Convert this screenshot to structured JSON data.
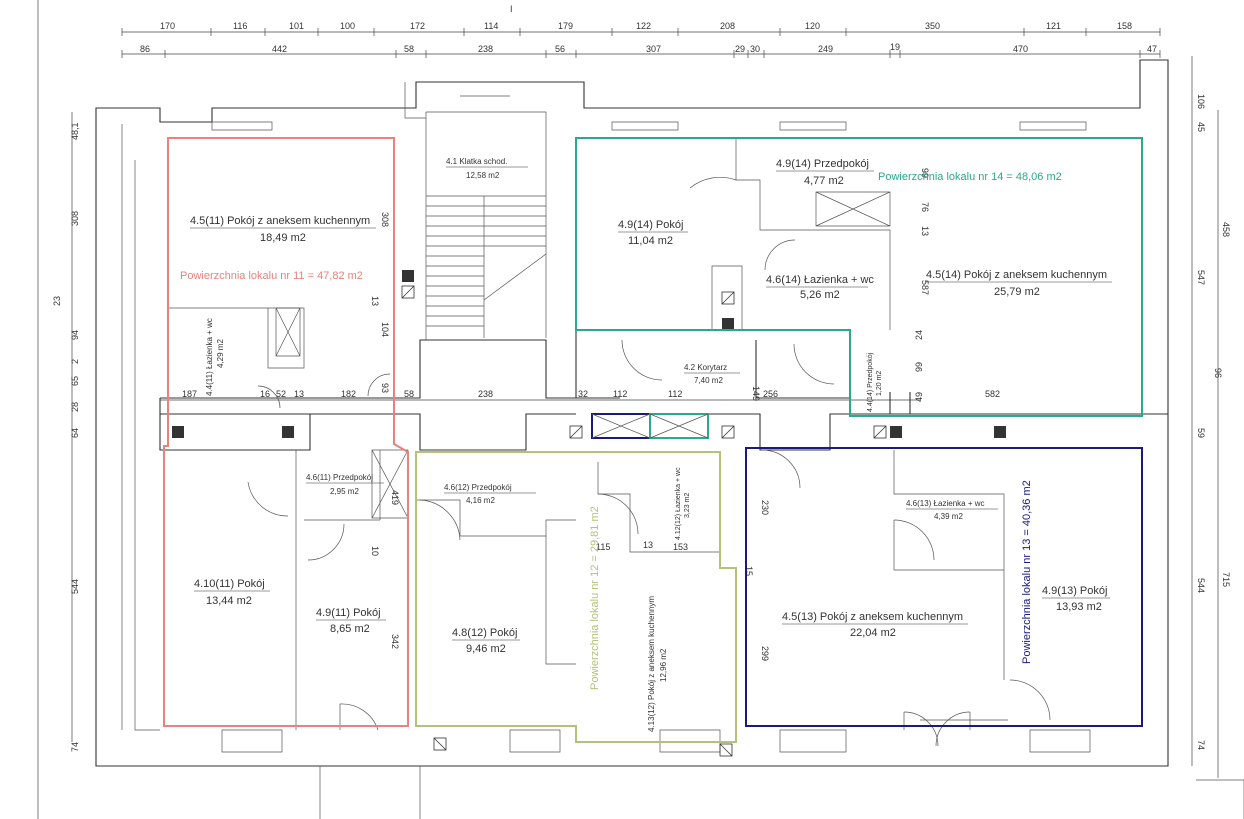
{
  "colors": {
    "unit_11": "#e8827a",
    "unit_12": "#b2c27a",
    "unit_13": "#1a1a7e",
    "unit_14": "#2aaa8a",
    "wall": "#333333"
  },
  "dims": {
    "top1": [
      "170",
      "116",
      "101",
      "100",
      "172",
      "114",
      "179",
      "122",
      "208",
      "120",
      "350",
      "121",
      "158"
    ],
    "top2": [
      "86",
      "442",
      "58",
      "238",
      "56",
      "307",
      "29",
      "30",
      "249",
      "19",
      "470",
      "47"
    ],
    "left": [
      "48,1",
      "308",
      "23",
      "94",
      "2",
      "65",
      "28",
      "64",
      "544",
      "74"
    ],
    "right_inner": [
      "106",
      "45",
      "547",
      "96",
      "59",
      "544",
      "74"
    ],
    "right_outer": [
      "458",
      "715"
    ],
    "mid_row": [
      "187",
      "16",
      "52",
      "13",
      "182",
      "58",
      "238",
      "32",
      "112",
      "112",
      "256",
      "582",
      "149",
      "49",
      "24",
      "99"
    ],
    "inner_vertical": [
      "308",
      "13",
      "104",
      "93",
      "99",
      "76",
      "13",
      "587",
      "24",
      "99",
      "49",
      "230",
      "15",
      "299",
      "419",
      "10",
      "342",
      "115",
      "13",
      "153"
    ]
  },
  "rooms": {
    "r_4_5_11": {
      "name": "4.5(11)  Pokój z aneksem kuchennym",
      "area": "18,49 m2"
    },
    "r_4_1": {
      "name": "4.1   Klatka schod.",
      "area": "12,58 m2"
    },
    "r_4_9_14_hall": {
      "name": "4.9(14)  Przedpokój",
      "area": "4,77 m2"
    },
    "r_4_9_14_room": {
      "name": "4.9(14)  Pokój",
      "area": "11,04 m2"
    },
    "r_4_6_14": {
      "name": "4.6(14)  Łazienka + wc",
      "area": "5,26 m2"
    },
    "r_4_5_14": {
      "name": "4.5(14)  Pokój z aneksem kuchennym",
      "area": "25,79 m2"
    },
    "r_4_4_11": {
      "name": "4.4(11)  Łazienka + wc",
      "area": "4,29 m2"
    },
    "r_4_2": {
      "name": "4.2   Korytarz",
      "area": "7,40 m2"
    },
    "r_4_4_14": {
      "name": "4.4(14)  Przedpokój",
      "area": "1,20 m2"
    },
    "r_4_6_11": {
      "name": "4.6(11)  Przedpokój",
      "area": "2,95 m2"
    },
    "r_4_6_12": {
      "name": "4.6(12)  Przedpokój",
      "area": "4,16 m2"
    },
    "r_4_12_12": {
      "name": "4.12(12)  Łazienka + wc",
      "area": "3,23 m2"
    },
    "r_4_6_13": {
      "name": "4.6(13)  Łazienka + wc",
      "area": "4,39 m2"
    },
    "r_4_10_11": {
      "name": "4.10(11)  Pokój",
      "area": "13,44 m2"
    },
    "r_4_9_11": {
      "name": "4.9(11)  Pokój",
      "area": "8,65 m2"
    },
    "r_4_8_12": {
      "name": "4.8(12)  Pokój",
      "area": "9,46 m2"
    },
    "r_4_13_12": {
      "name": "4.13(12)  Pokój z aneksem kuchennym",
      "area": "12,96 m2"
    },
    "r_4_5_13": {
      "name": "4.5(13)  Pokój z aneksem kuchennym",
      "area": "22,04 m2"
    },
    "r_4_9_13": {
      "name": "4.9(13)  Pokój",
      "area": "13,93 m2"
    }
  },
  "units": {
    "u11": "Powierzchnia lokalu nr 11 = 47,82 m2",
    "u12": "Powierzchnia lokalu nr 12 = 29,81 m2",
    "u13": "Powierzchnia lokalu nr 13 = 40,36 m2",
    "u14": "Powierzchnia lokalu nr 14 = 48,06 m2"
  },
  "top_marker": "I"
}
